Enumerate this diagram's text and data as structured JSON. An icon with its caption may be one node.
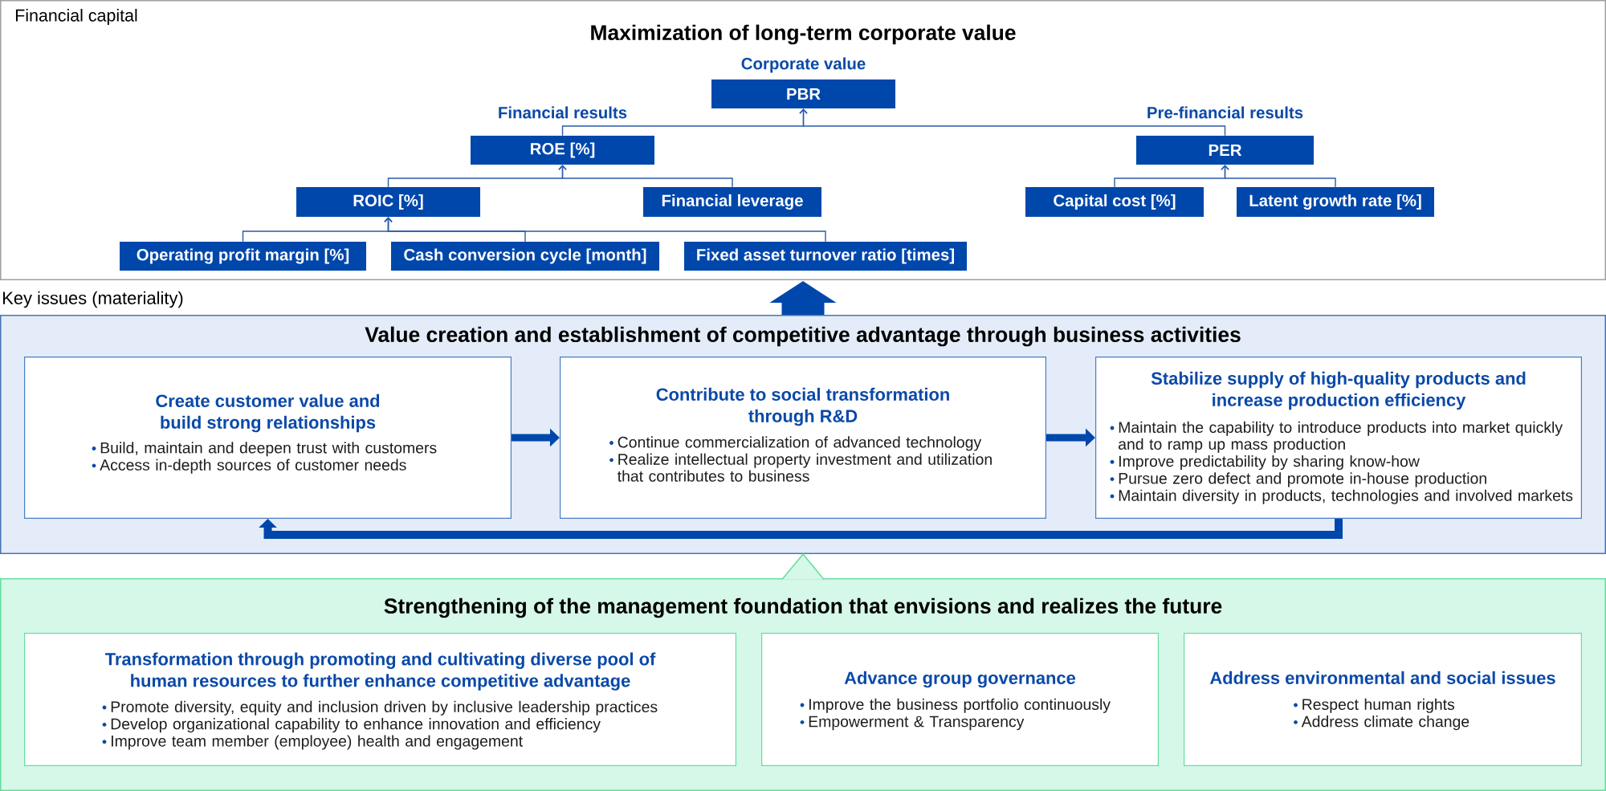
{
  "diagram": {
    "nodes": [
      {
        "text": [
          "Financial capital",
          "Maximization of long-term corporate value"
        ]
      },
      {
        "text": [
          "PBR"
        ],
        "beside": [
          "Corporate value"
        ],
        "in": 0
      },
      {
        "text": [
          "ROE [%]"
        ],
        "beside": [
          "Financial results"
        ],
        "in": 0
      },
      {
        "text": [
          "PER"
        ],
        "beside": [
          "Pre-financial results"
        ],
        "in": 0
      },
      {
        "text": [
          "ROIC [%]"
        ],
        "in": 0
      },
      {
        "text": [
          "Financial leverage"
        ],
        "in": 0
      },
      {
        "text": [
          "Capital cost [%]"
        ],
        "in": 0
      },
      {
        "text": [
          "Latent growth rate [%]"
        ],
        "in": 0
      },
      {
        "text": [
          "Operating profit margin [%]"
        ],
        "in": 0
      },
      {
        "text": [
          "Cash conversion cycle [month]"
        ],
        "in": 0
      },
      {
        "text": [
          "Fixed asset turnover ratio [times]"
        ],
        "in": 0
      },
      {
        "text": [
          "Value creation and establishment of competitive advantage through business activities"
        ]
      },
      {
        "text": [
          "Create customer value and build strong relationships",
          "Build, maintain and deepen trust with customers",
          "Access in-depth sources of customer needs"
        ],
        "in": 11
      },
      {
        "text": [
          "Contribute to social transformation through R&D",
          "Continue commercialization of advanced technology",
          "Realize intellectual property investment and utilization that contributes to business"
        ],
        "in": 11
      },
      {
        "text": [
          "Stabilize supply of high-quality products and increase production efficiency",
          "Maintain the capability to introduce products into market quickly and to ramp up mass production",
          "Improve predictability by sharing know-how",
          "Pursue zero defect and promote in-house production",
          "Maintain diversity in products, technologies and involved markets"
        ],
        "in": 11
      },
      {
        "text": [
          "Strengthening of the management foundation that envisions and realizes the future"
        ]
      },
      {
        "text": [
          "Transformation through promoting and cultivating diverse pool of human resources to further enhance competitive advantage",
          "Promote diversity, equity and inclusion driven by inclusive leadership practices",
          "Develop organizational capability to enhance innovation and efficiency",
          "Improve team member (employee) health and engagement"
        ],
        "in": 15
      },
      {
        "text": [
          "Advance group governance",
          "Improve the business portfolio continuously",
          "Empowerment & Transparency"
        ],
        "in": 15
      },
      {
        "text": [
          "Address environmental and social issues",
          "Respect human rights",
          "Address climate change"
        ],
        "in": 15
      }
    ],
    "edges": [
      {
        "from": 2,
        "to": 1,
        "arrow": "to"
      },
      {
        "from": 3,
        "to": 1,
        "arrow": "to"
      },
      {
        "from": 4,
        "to": 2,
        "arrow": "to"
      },
      {
        "from": 5,
        "to": 2,
        "arrow": "to"
      },
      {
        "from": 6,
        "to": 3,
        "arrow": "to"
      },
      {
        "from": 7,
        "to": 3,
        "arrow": "to"
      },
      {
        "from": 8,
        "to": 4,
        "arrow": "to"
      },
      {
        "from": 9,
        "to": 4,
        "arrow": "to"
      },
      {
        "from": 10,
        "to": 4,
        "arrow": "to"
      },
      {
        "from": 11,
        "to": 0,
        "arrow": "to",
        "style": "thick"
      },
      {
        "from": 12,
        "to": 13,
        "arrow": "to",
        "style": "thick"
      },
      {
        "from": 13,
        "to": 14,
        "arrow": "to",
        "style": "thick"
      },
      {
        "from": 14,
        "to": 12,
        "arrow": "to",
        "style": "thick"
      },
      {
        "from": 15,
        "to": 11,
        "arrow": "to",
        "color": "#66dd9e"
      }
    ],
    "labels": [
      "Key issues (materiality)"
    ]
  }
}
